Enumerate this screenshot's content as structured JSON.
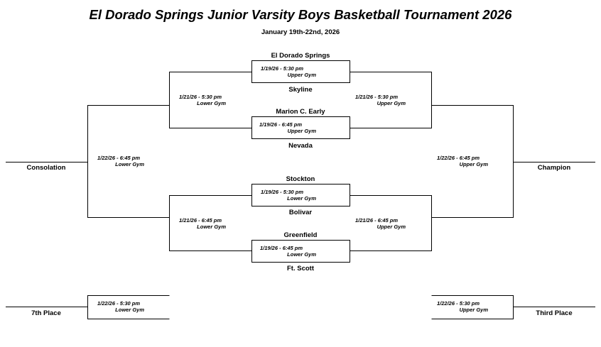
{
  "title": "El Dorado Springs Junior Varsity Boys Basketball Tournament 2026",
  "subtitle": "January 19th-22nd, 2026",
  "teams": {
    "t1": "El Dorado Springs",
    "t2": "Skyline",
    "t3": "Marion C. Early",
    "t4": "Nevada",
    "t5": "Stockton",
    "t6": "Bolivar",
    "t7": "Greenfield",
    "t8": "Ft. Scott"
  },
  "games": {
    "g1": {
      "date": "1/19/26 - 5:30 pm",
      "location": "Upper Gym"
    },
    "g2": {
      "date": "1/19/26 - 6:45 pm",
      "location": "Upper Gym"
    },
    "g3": {
      "date": "1/19/26 - 5:30 pm",
      "location": "Lower Gym"
    },
    "g4": {
      "date": "1/19/26 - 6:45 pm",
      "location": "Lower Gym"
    },
    "cons_top": {
      "date": "1/21/26 - 5:30 pm",
      "location": "Lower Gym"
    },
    "cons_bot": {
      "date": "1/21/26 - 6:45 pm",
      "location": "Lower Gym"
    },
    "semi_top": {
      "date": "1/21/26 - 5:30 pm",
      "location": "Upper Gym"
    },
    "semi_bot": {
      "date": "1/21/26 - 6:45 pm",
      "location": "Upper Gym"
    },
    "cons_final": {
      "date": "1/22/26 - 6:45 pm",
      "location": "Lower Gym"
    },
    "champ_final": {
      "date": "1/22/26 - 6:45 pm",
      "location": "Upper Gym"
    },
    "seventh": {
      "date": "1/22/26 - 5:30 pm",
      "location": "Lower Gym"
    },
    "third": {
      "date": "1/22/26 - 5:30 pm",
      "location": "Upper Gym"
    }
  },
  "placements": {
    "consolation": "Consolation",
    "champion": "Champion",
    "seventh": "7th Place",
    "third": "Third Place"
  }
}
